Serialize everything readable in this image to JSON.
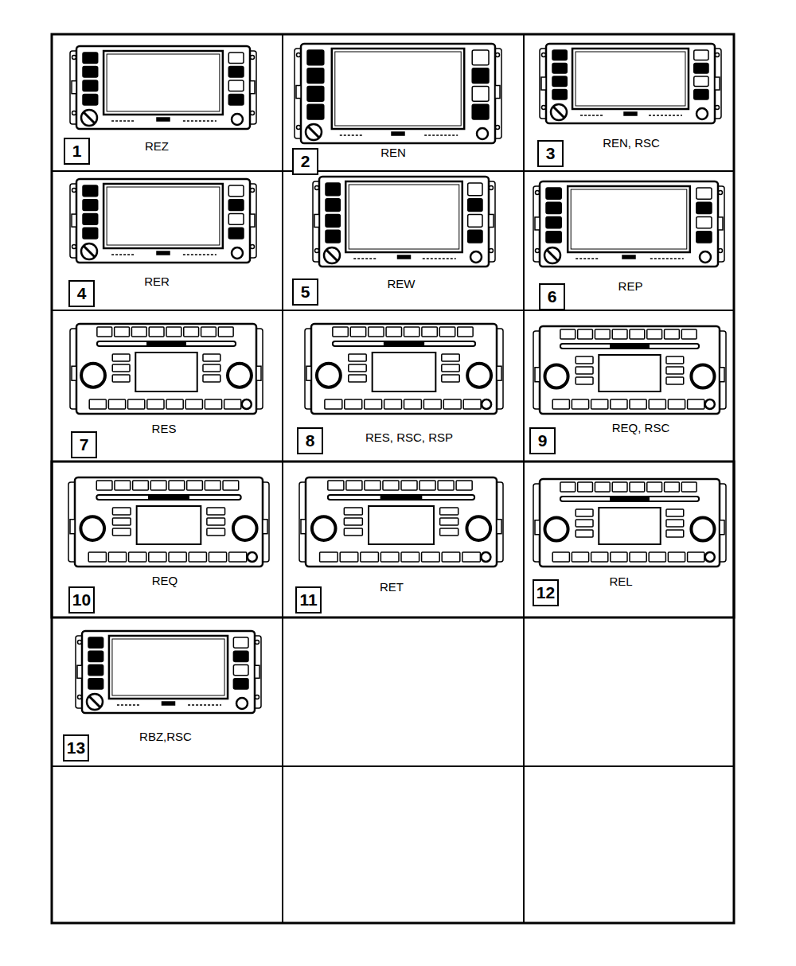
{
  "diagram": {
    "nodes": [
      {
        "text": [
          "REZ"
        ]
      },
      {
        "text": [
          "1"
        ],
        "in": 0
      },
      {
        "text": [
          "REN"
        ]
      },
      {
        "text": [
          "2"
        ],
        "in": 2
      },
      {
        "text": [
          "REN, RSC"
        ]
      },
      {
        "text": [
          "3"
        ],
        "in": 4
      },
      {
        "text": [
          "RER"
        ]
      },
      {
        "text": [
          "4"
        ],
        "in": 6
      },
      {
        "text": [
          "REW"
        ]
      },
      {
        "text": [
          "5"
        ],
        "in": 8
      },
      {
        "text": [
          "REP"
        ]
      },
      {
        "text": [
          "6"
        ],
        "in": 10
      },
      {
        "text": [
          "RES"
        ]
      },
      {
        "text": [
          "7"
        ],
        "in": 12
      },
      {
        "text": [
          "RES, RSC, RSP"
        ]
      },
      {
        "text": [
          "8"
        ],
        "in": 14
      },
      {
        "text": [
          "REQ, RSC"
        ]
      },
      {
        "text": [
          "9"
        ],
        "in": 16
      },
      {
        "text": [
          "REQ"
        ]
      },
      {
        "text": [
          "10"
        ],
        "in": 18
      },
      {
        "text": [
          "RET"
        ]
      },
      {
        "text": [
          "11"
        ],
        "in": 20
      },
      {
        "text": [
          "REL"
        ]
      },
      {
        "text": [
          "12"
        ],
        "in": 22
      },
      {
        "text": [
          "RBZ,RSC"
        ]
      },
      {
        "text": [
          "13"
        ],
        "in": 24
      }
    ]
  }
}
